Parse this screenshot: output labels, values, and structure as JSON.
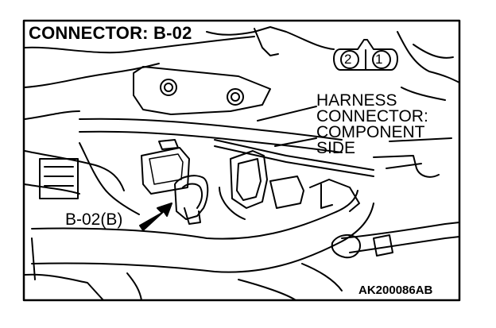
{
  "figure": {
    "title": "CONNECTOR: B-02",
    "harness_label_lines": [
      "HARNESS",
      "CONNECTOR:",
      "COMPONENT",
      "SIDE"
    ],
    "callout_label": "B-02(B)",
    "figure_id": "AK200086AB",
    "pin_labels": [
      "2",
      "1"
    ]
  },
  "colors": {
    "line": "#000000",
    "background": "#ffffff"
  }
}
